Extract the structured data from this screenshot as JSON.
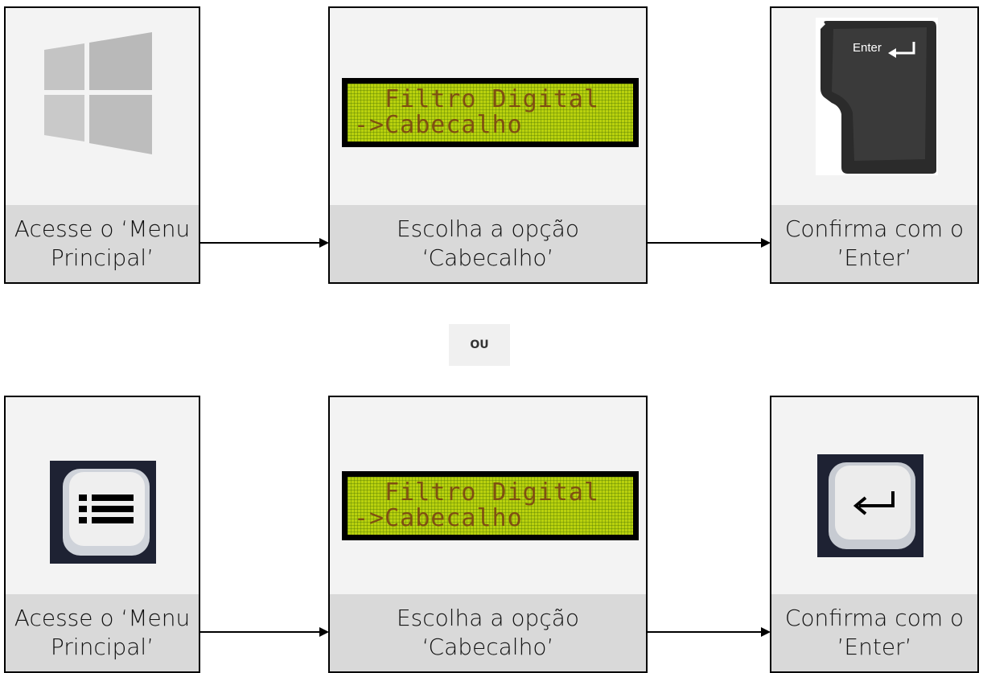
{
  "rows": [
    {
      "steps": [
        {
          "icon": "windows-logo-icon",
          "caption": "Acesse o ‘Menu\nPrincipal’"
        },
        {
          "icon": "lcd-display",
          "caption": "Escolha a opção\n‘Cabecalho’"
        },
        {
          "icon": "enter-key-photo-icon",
          "caption": "Confirma com o\n’Enter’"
        }
      ]
    },
    {
      "steps": [
        {
          "icon": "menu-key-icon",
          "caption": "Acesse o ‘Menu\nPrincipal’"
        },
        {
          "icon": "lcd-display",
          "caption": "Escolha a opção\n‘Cabecalho’"
        },
        {
          "icon": "enter-key-icon",
          "caption": "Confirma com o\n’Enter’"
        }
      ]
    }
  ],
  "separator": "OU",
  "lcd": {
    "line1": "  Filtro Digital",
    "line2": "->Cabecalho"
  },
  "enter_key_label": "Enter",
  "colors": {
    "lcd_bg": "#b9d10e",
    "caption_bg": "#d9d9d9",
    "card_bg": "#f3f3f3",
    "key_bg": "#1e2233"
  }
}
